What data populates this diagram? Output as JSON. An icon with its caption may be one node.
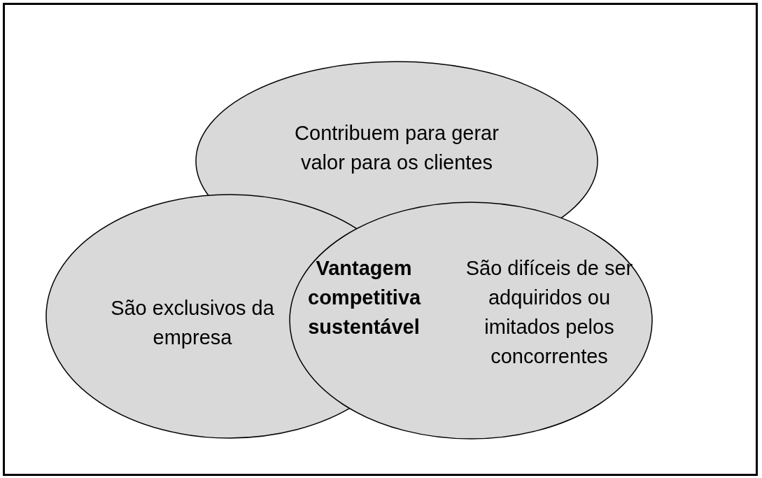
{
  "diagram": {
    "nodes": [
      {
        "text": [
          "Contribuem para gerar valor para os clientes"
        ]
      },
      {
        "text": [
          "São exclusivos da empresa"
        ]
      },
      {
        "text": [
          "São difíceis de ser adquiridos ou imitados pelos concorrentes"
        ]
      }
    ],
    "labels": [
      "Vantagem competitiva sustentável"
    ]
  }
}
